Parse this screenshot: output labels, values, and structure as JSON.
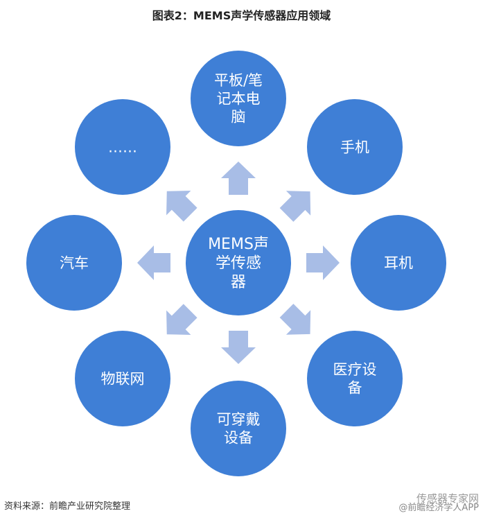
{
  "title": "图表2：MEMS声学传感器应用领域",
  "center": {
    "lines": [
      "MEMS声",
      "学传感",
      "器"
    ]
  },
  "nodes": [
    {
      "lines": [
        "平板/笔",
        "记本电",
        "脑"
      ]
    },
    {
      "lines": [
        "手机"
      ]
    },
    {
      "lines": [
        "耳机"
      ]
    },
    {
      "lines": [
        "医疗设",
        "备"
      ]
    },
    {
      "lines": [
        "可穿戴",
        "设备"
      ]
    },
    {
      "lines": [
        "物联网"
      ]
    },
    {
      "lines": [
        "汽车"
      ]
    },
    {
      "lines": [
        "……"
      ]
    }
  ],
  "source": "资料来源：前瞻产业研究院整理",
  "brand": {
    "line1": "传感器专家网",
    "line2": "@前瞻经济学人APP"
  },
  "colors": {
    "circle": "#3f7fd6",
    "arrow": "#a8bde6",
    "text": "#ffffff"
  }
}
